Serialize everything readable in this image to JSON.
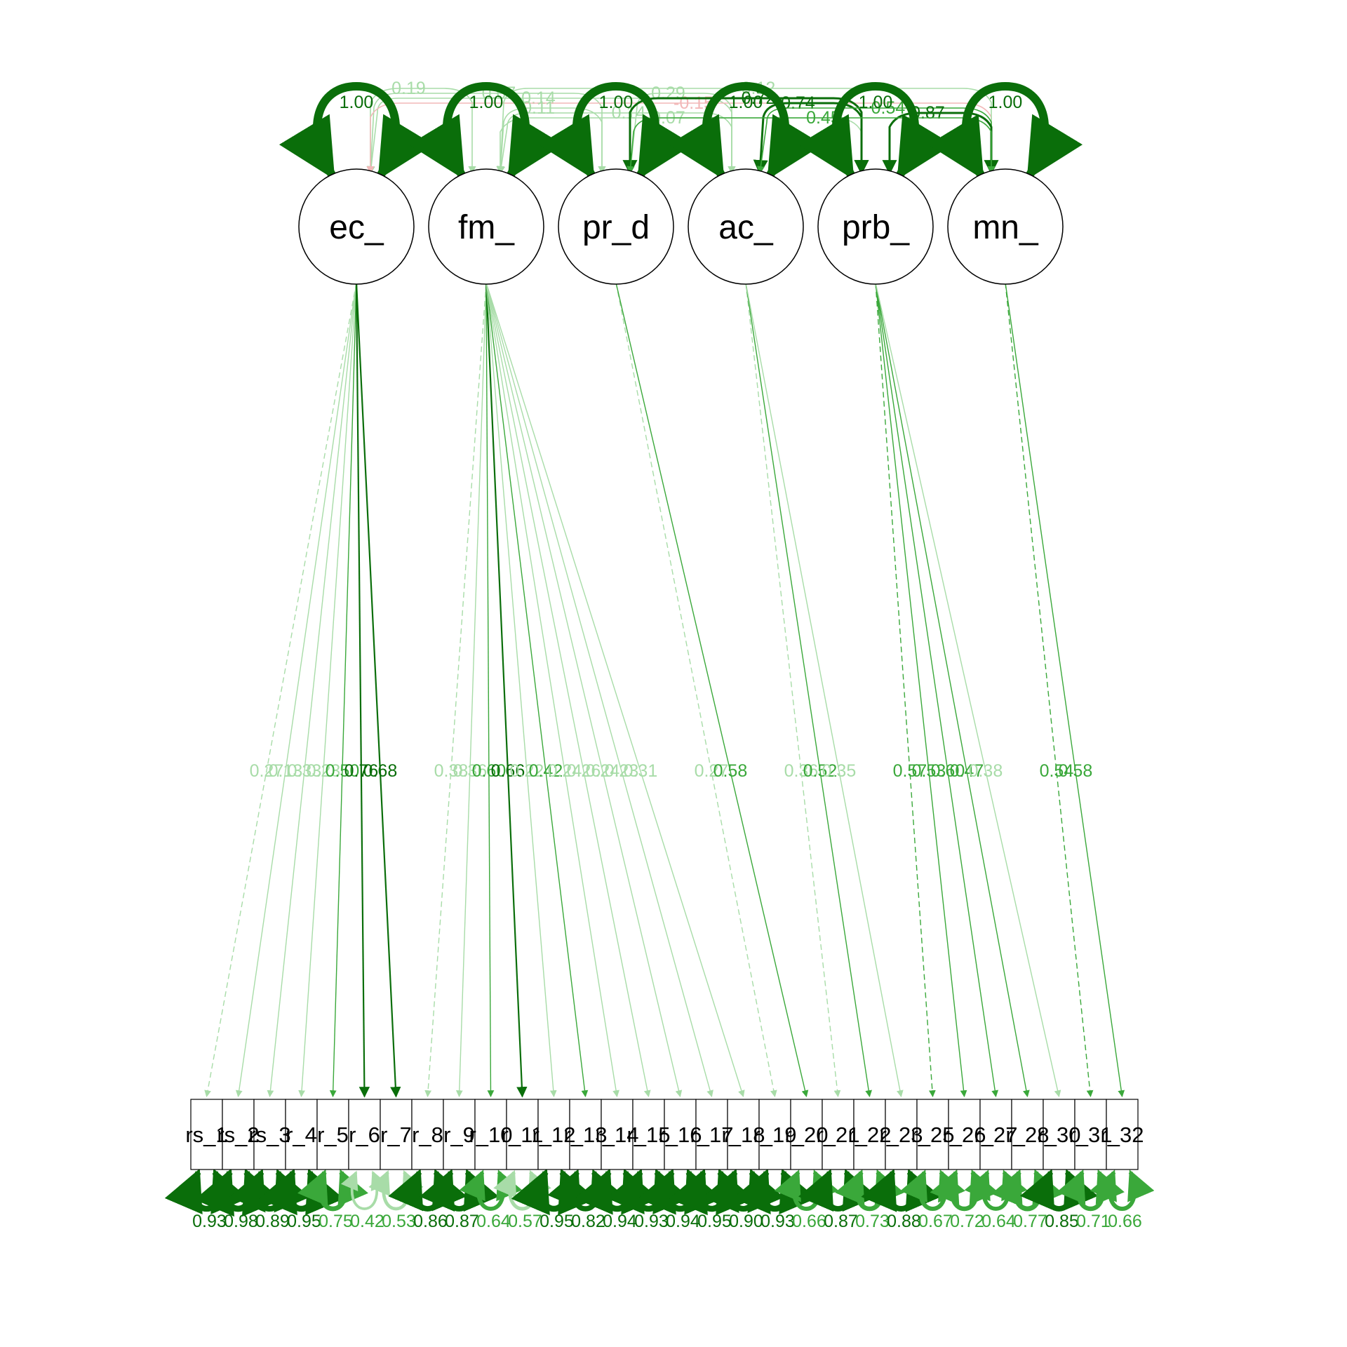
{
  "colors": {
    "positive_strong": "#0a6e0a",
    "positive_mid": "#3aa83a",
    "positive_weak": "#a8dca8",
    "negative": "#f2b8b8",
    "node_stroke": "#000000"
  },
  "latents": [
    {
      "id": "ec",
      "label": "ec_",
      "variance": "1.00"
    },
    {
      "id": "fm",
      "label": "fm_",
      "variance": "1.00"
    },
    {
      "id": "pr",
      "label": "pr_d",
      "variance": "1.00"
    },
    {
      "id": "ac",
      "label": "ac_",
      "variance": "1.00"
    },
    {
      "id": "prb",
      "label": "prb_",
      "variance": "1.00"
    },
    {
      "id": "mn",
      "label": "mn_",
      "variance": "1.00"
    }
  ],
  "observed": [
    {
      "label": "rs_1",
      "residual": "0.93"
    },
    {
      "label": "rs_2",
      "residual": "0.98"
    },
    {
      "label": "rs_3",
      "residual": "0.89"
    },
    {
      "label": "r_4",
      "residual": "0.95"
    },
    {
      "label": "r_5",
      "residual": "0.75"
    },
    {
      "label": "r_6",
      "residual": "0.42"
    },
    {
      "label": "r_7",
      "residual": "0.53"
    },
    {
      "label": "r_8",
      "residual": "0.86"
    },
    {
      "label": "r_9",
      "residual": "0.87"
    },
    {
      "label": "r_10",
      "residual": "0.64"
    },
    {
      "label": "r_11",
      "residual": "0.57"
    },
    {
      "label": "r_12",
      "residual": "0.95"
    },
    {
      "label": "r_13",
      "residual": "0.82"
    },
    {
      "label": "r_14",
      "residual": "0.94"
    },
    {
      "label": "r_15",
      "residual": "0.93"
    },
    {
      "label": "r_16",
      "residual": "0.94"
    },
    {
      "label": "r_17",
      "residual": "0.95"
    },
    {
      "label": "r_18",
      "residual": "0.90"
    },
    {
      "label": "r_19",
      "residual": "0.93"
    },
    {
      "label": "r_20",
      "residual": "0.66"
    },
    {
      "label": "r_21",
      "residual": "0.87"
    },
    {
      "label": "r_22",
      "residual": "0.73"
    },
    {
      "label": "r_23",
      "residual": "0.88"
    },
    {
      "label": "r_25",
      "residual": "0.67"
    },
    {
      "label": "r_26",
      "residual": "0.72"
    },
    {
      "label": "r_27",
      "residual": "0.64"
    },
    {
      "label": "r_28",
      "residual": "0.77"
    },
    {
      "label": "r_30",
      "residual": "0.85"
    },
    {
      "label": "r_31",
      "residual": "0.71"
    },
    {
      "label": "r_32",
      "residual": "0.66"
    }
  ],
  "loadings": [
    {
      "from": "ec",
      "to": 0,
      "value": "0.27",
      "dashed": true
    },
    {
      "from": "ec",
      "to": 1,
      "value": "0.13",
      "dashed": false
    },
    {
      "from": "ec",
      "to": 2,
      "value": "0.33",
      "dashed": false
    },
    {
      "from": "ec",
      "to": 3,
      "value": "0.23",
      "dashed": false
    },
    {
      "from": "ec",
      "to": 4,
      "value": "0.50",
      "dashed": false
    },
    {
      "from": "ec",
      "to": 5,
      "value": "0.76",
      "dashed": false
    },
    {
      "from": "ec",
      "to": 6,
      "value": "0.68",
      "dashed": false
    },
    {
      "from": "fm",
      "to": 7,
      "value": "0.38",
      "dashed": true
    },
    {
      "from": "fm",
      "to": 8,
      "value": "0.36",
      "dashed": false
    },
    {
      "from": "fm",
      "to": 9,
      "value": "0.60",
      "dashed": false
    },
    {
      "from": "fm",
      "to": 10,
      "value": "0.66",
      "dashed": false
    },
    {
      "from": "fm",
      "to": 11,
      "value": "0.22",
      "dashed": false
    },
    {
      "from": "fm",
      "to": 12,
      "value": "0.42",
      "dashed": false
    },
    {
      "from": "fm",
      "to": 13,
      "value": "0.24",
      "dashed": false
    },
    {
      "from": "fm",
      "to": 14,
      "value": "0.26",
      "dashed": false
    },
    {
      "from": "fm",
      "to": 15,
      "value": "0.24",
      "dashed": false
    },
    {
      "from": "fm",
      "to": 16,
      "value": "0.23",
      "dashed": false
    },
    {
      "from": "fm",
      "to": 17,
      "value": "0.31",
      "dashed": false
    },
    {
      "from": "pr",
      "to": 18,
      "value": "0.27",
      "dashed": true
    },
    {
      "from": "pr",
      "to": 19,
      "value": "0.58",
      "dashed": false
    },
    {
      "from": "ac",
      "to": 20,
      "value": "0.36",
      "dashed": true
    },
    {
      "from": "ac",
      "to": 21,
      "value": "0.52",
      "dashed": false
    },
    {
      "from": "ac",
      "to": 22,
      "value": "0.35",
      "dashed": false
    },
    {
      "from": "prb",
      "to": 23,
      "value": "0.57",
      "dashed": true
    },
    {
      "from": "prb",
      "to": 24,
      "value": "0.53",
      "dashed": false
    },
    {
      "from": "prb",
      "to": 25,
      "value": "0.60",
      "dashed": false
    },
    {
      "from": "prb",
      "to": 26,
      "value": "0.47",
      "dashed": false
    },
    {
      "from": "prb",
      "to": 27,
      "value": "0.38",
      "dashed": false
    },
    {
      "from": "mn",
      "to": 28,
      "value": "0.54",
      "dashed": true
    },
    {
      "from": "mn",
      "to": 29,
      "value": "0.58",
      "dashed": false
    }
  ],
  "covariances": [
    {
      "a": "ec",
      "b": "fm",
      "value": "0.19"
    },
    {
      "a": "ec",
      "b": "pr",
      "value": "0.07"
    },
    {
      "a": "ec",
      "b": "ac",
      "value": "0.14"
    },
    {
      "a": "ec",
      "b": "mn",
      "value": "-0.15"
    },
    {
      "a": "fm",
      "b": "pr",
      "value": "0.11"
    },
    {
      "a": "fm",
      "b": "ac",
      "value": "0.14"
    },
    {
      "a": "fm",
      "b": "prb",
      "value": "0.07"
    },
    {
      "a": "fm",
      "b": "mn",
      "value": "0.12"
    },
    {
      "a": "pr",
      "b": "ac",
      "value": "0.29"
    },
    {
      "a": "pr",
      "b": "prb",
      "value": "0.72"
    },
    {
      "a": "ac",
      "b": "prb",
      "value": "0.74"
    },
    {
      "a": "ac",
      "b": "mn",
      "value": "0.54"
    },
    {
      "a": "prb",
      "b": "mn",
      "value": "0.87"
    },
    {
      "a": "pr",
      "b": "mn",
      "value": "0.45"
    }
  ]
}
